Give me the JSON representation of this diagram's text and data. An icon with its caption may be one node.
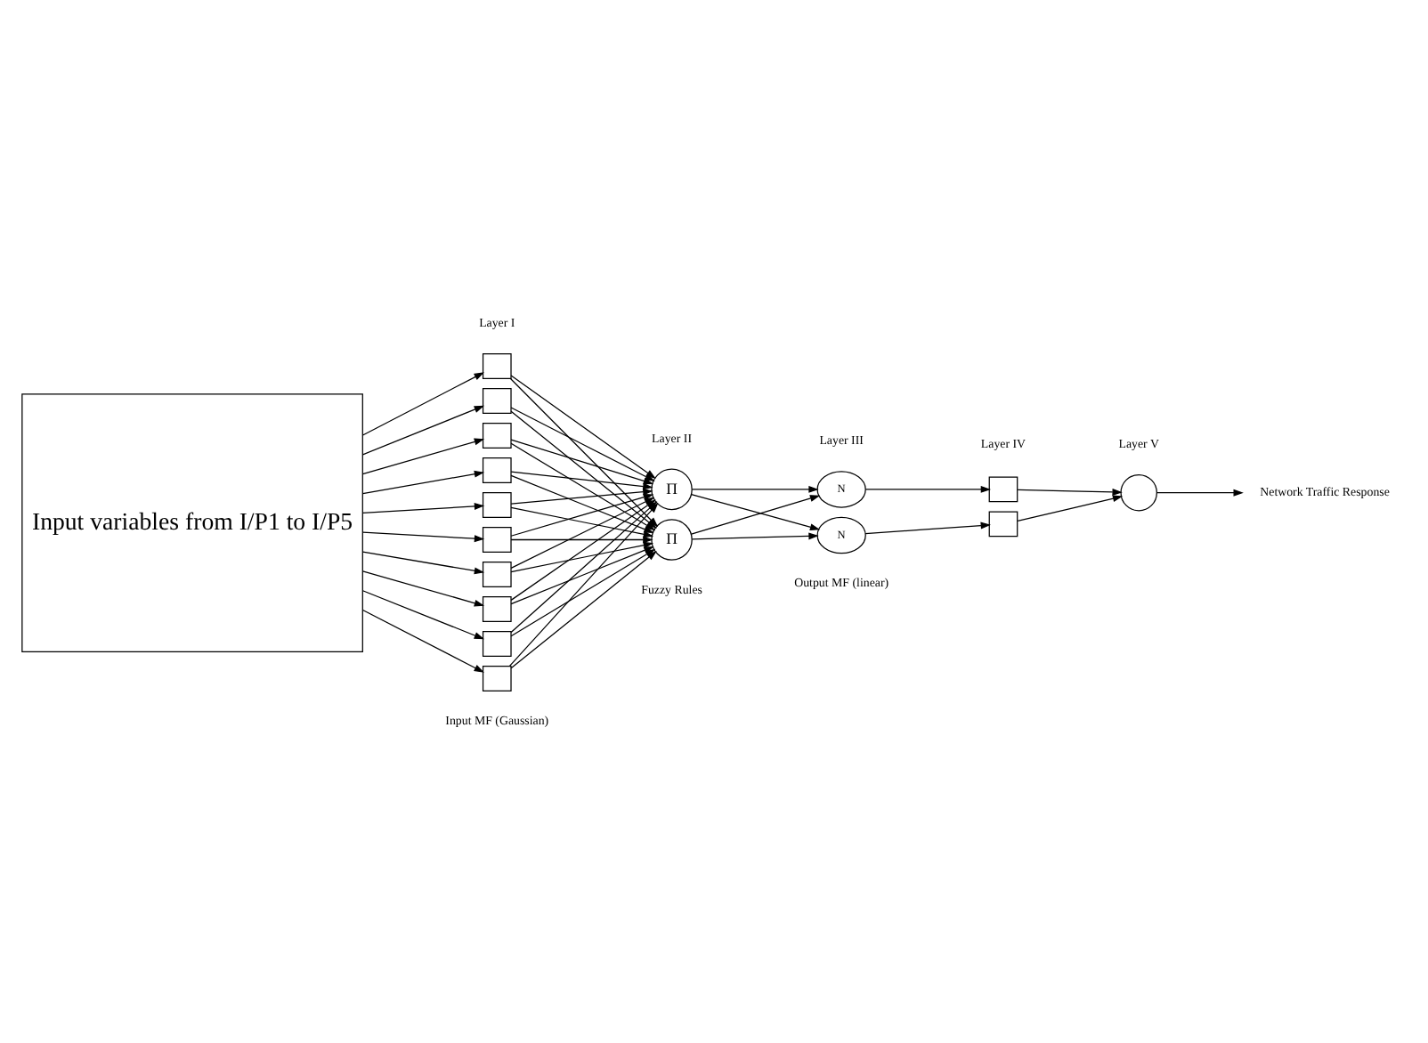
{
  "diagram": {
    "nodes": [
      {
        "text": [
          "Input variables from I/P1 to I/P5"
        ]
      },
      {
        "text": [],
        "shape": "box"
      },
      {
        "text": [],
        "shape": "box"
      },
      {
        "text": [],
        "shape": "box"
      },
      {
        "text": [],
        "shape": "box"
      },
      {
        "text": [],
        "shape": "box"
      },
      {
        "text": [],
        "shape": "box"
      },
      {
        "text": [],
        "shape": "box"
      },
      {
        "text": [],
        "shape": "box"
      },
      {
        "text": [],
        "shape": "box"
      },
      {
        "text": [],
        "shape": "box"
      },
      {
        "text": [
          "Π"
        ]
      },
      {
        "text": [
          "Π"
        ]
      },
      {
        "text": [
          "N"
        ]
      },
      {
        "text": [
          "N"
        ]
      },
      {
        "text": [],
        "shape": "box"
      },
      {
        "text": [],
        "shape": "box"
      },
      {
        "text": [],
        "shape": "circle"
      },
      {
        "text": [
          "Network Traffic Response"
        ]
      }
    ],
    "edges": [
      {
        "from": 0,
        "to": 1,
        "arrow": "to"
      },
      {
        "from": 0,
        "to": 2,
        "arrow": "to"
      },
      {
        "from": 0,
        "to": 3,
        "arrow": "to"
      },
      {
        "from": 0,
        "to": 4,
        "arrow": "to"
      },
      {
        "from": 0,
        "to": 5,
        "arrow": "to"
      },
      {
        "from": 0,
        "to": 6,
        "arrow": "to"
      },
      {
        "from": 0,
        "to": 7,
        "arrow": "to"
      },
      {
        "from": 0,
        "to": 8,
        "arrow": "to"
      },
      {
        "from": 0,
        "to": 9,
        "arrow": "to"
      },
      {
        "from": 0,
        "to": 10,
        "arrow": "to"
      },
      {
        "from": 1,
        "to": 11,
        "arrow": "to"
      },
      {
        "from": 1,
        "to": 12,
        "arrow": "to"
      },
      {
        "from": 2,
        "to": 11,
        "arrow": "to"
      },
      {
        "from": 2,
        "to": 12,
        "arrow": "to"
      },
      {
        "from": 3,
        "to": 11,
        "arrow": "to"
      },
      {
        "from": 3,
        "to": 12,
        "arrow": "to"
      },
      {
        "from": 4,
        "to": 11,
        "arrow": "to"
      },
      {
        "from": 4,
        "to": 12,
        "arrow": "to"
      },
      {
        "from": 5,
        "to": 11,
        "arrow": "to"
      },
      {
        "from": 5,
        "to": 12,
        "arrow": "to"
      },
      {
        "from": 6,
        "to": 11,
        "arrow": "to"
      },
      {
        "from": 6,
        "to": 12,
        "arrow": "to"
      },
      {
        "from": 7,
        "to": 11,
        "arrow": "to"
      },
      {
        "from": 7,
        "to": 12,
        "arrow": "to"
      },
      {
        "from": 8,
        "to": 11,
        "arrow": "to"
      },
      {
        "from": 8,
        "to": 12,
        "arrow": "to"
      },
      {
        "from": 9,
        "to": 11,
        "arrow": "to"
      },
      {
        "from": 9,
        "to": 12,
        "arrow": "to"
      },
      {
        "from": 10,
        "to": 11,
        "arrow": "to"
      },
      {
        "from": 10,
        "to": 12,
        "arrow": "to"
      },
      {
        "from": 11,
        "to": 13,
        "arrow": "to"
      },
      {
        "from": 11,
        "to": 14,
        "arrow": "to"
      },
      {
        "from": 12,
        "to": 13,
        "arrow": "to"
      },
      {
        "from": 12,
        "to": 14,
        "arrow": "to"
      },
      {
        "from": 13,
        "to": 15,
        "arrow": "to"
      },
      {
        "from": 14,
        "to": 16,
        "arrow": "to"
      },
      {
        "from": 15,
        "to": 17,
        "arrow": "to"
      },
      {
        "from": 16,
        "to": 17,
        "arrow": "to"
      },
      {
        "from": 17,
        "to": 18,
        "arrow": "to"
      }
    ],
    "labels": [
      "Layer I",
      "Layer II",
      "Layer III",
      "Layer IV",
      "Layer V",
      "Input MF (Gaussian)",
      "Fuzzy Rules",
      "Output MF (linear)"
    ]
  }
}
